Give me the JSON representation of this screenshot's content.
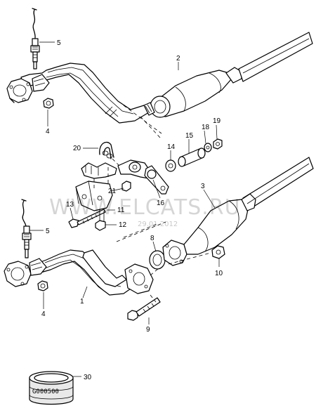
{
  "watermark": {
    "text": "WWW.ELCATS.RU",
    "date": "29.01.2012"
  },
  "callouts": [
    {
      "id": "c1",
      "label": "1"
    },
    {
      "id": "c2",
      "label": "2"
    },
    {
      "id": "c3",
      "label": "3"
    },
    {
      "id": "c4a",
      "label": "4"
    },
    {
      "id": "c4b",
      "label": "4"
    },
    {
      "id": "c5a",
      "label": "5"
    },
    {
      "id": "c5b",
      "label": "5"
    },
    {
      "id": "c8",
      "label": "8"
    },
    {
      "id": "c9",
      "label": "9"
    },
    {
      "id": "c10",
      "label": "10"
    },
    {
      "id": "c11",
      "label": "11"
    },
    {
      "id": "c12",
      "label": "12"
    },
    {
      "id": "c13",
      "label": "13"
    },
    {
      "id": "c14",
      "label": "14"
    },
    {
      "id": "c15",
      "label": "15"
    },
    {
      "id": "c16",
      "label": "16"
    },
    {
      "id": "c18",
      "label": "18"
    },
    {
      "id": "c19",
      "label": "19"
    },
    {
      "id": "c20",
      "label": "20"
    },
    {
      "id": "c21",
      "label": "21"
    },
    {
      "id": "c30",
      "label": "30"
    }
  ],
  "part30_band_text": "G000500"
}
